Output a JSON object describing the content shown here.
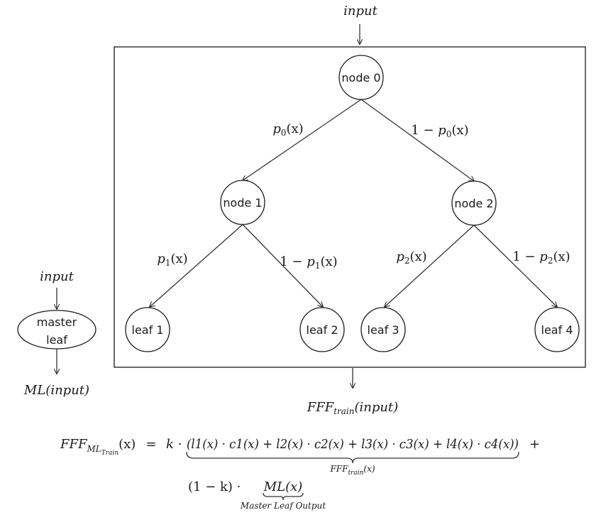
{
  "diagram": {
    "top_input": "input",
    "nodes": {
      "node0": "node 0",
      "node1": "node 1",
      "node2": "node 2",
      "leaf1": "leaf 1",
      "leaf2": "leaf 2",
      "leaf3": "leaf 3",
      "leaf4": "leaf 4"
    },
    "edges": {
      "p0": {
        "sym": "p",
        "sub": "0",
        "arg": "(x)"
      },
      "q0": {
        "pre": "1 − ",
        "sym": "p",
        "sub": "0",
        "arg": "(x)"
      },
      "p1": {
        "sym": "p",
        "sub": "1",
        "arg": "(x)"
      },
      "q1": {
        "pre": "1 − ",
        "sym": "p",
        "sub": "1",
        "arg": "(x)"
      },
      "p2": {
        "sym": "p",
        "sub": "2",
        "arg": "(x)"
      },
      "q2": {
        "pre": "1 − ",
        "sym": "p",
        "sub": "2",
        "arg": "(x)"
      }
    },
    "output": {
      "sym": "FFF",
      "sub": "train",
      "arg": "(input)"
    },
    "master": {
      "input": "input",
      "label_line1": "master",
      "label_line2": "leaf",
      "output": "ML(input)"
    }
  },
  "formula": {
    "lhs": {
      "sym": "FFF",
      "sub": "ML",
      "subsub": "Train",
      "arg": "(x)"
    },
    "eq": "=",
    "k_dot": "k ·",
    "sum": "(l1(x) · c1(x) + l2(x) · c2(x) + l3(x) · c3(x) + l4(x) · c4(x))",
    "plus": "+",
    "underbrace1": {
      "sym": "FFF",
      "sub": "train",
      "arg": "(x)"
    },
    "coef2": "(1 − k) ·",
    "ml": "ML(x)",
    "underbrace2": "Master Leaf Output"
  }
}
